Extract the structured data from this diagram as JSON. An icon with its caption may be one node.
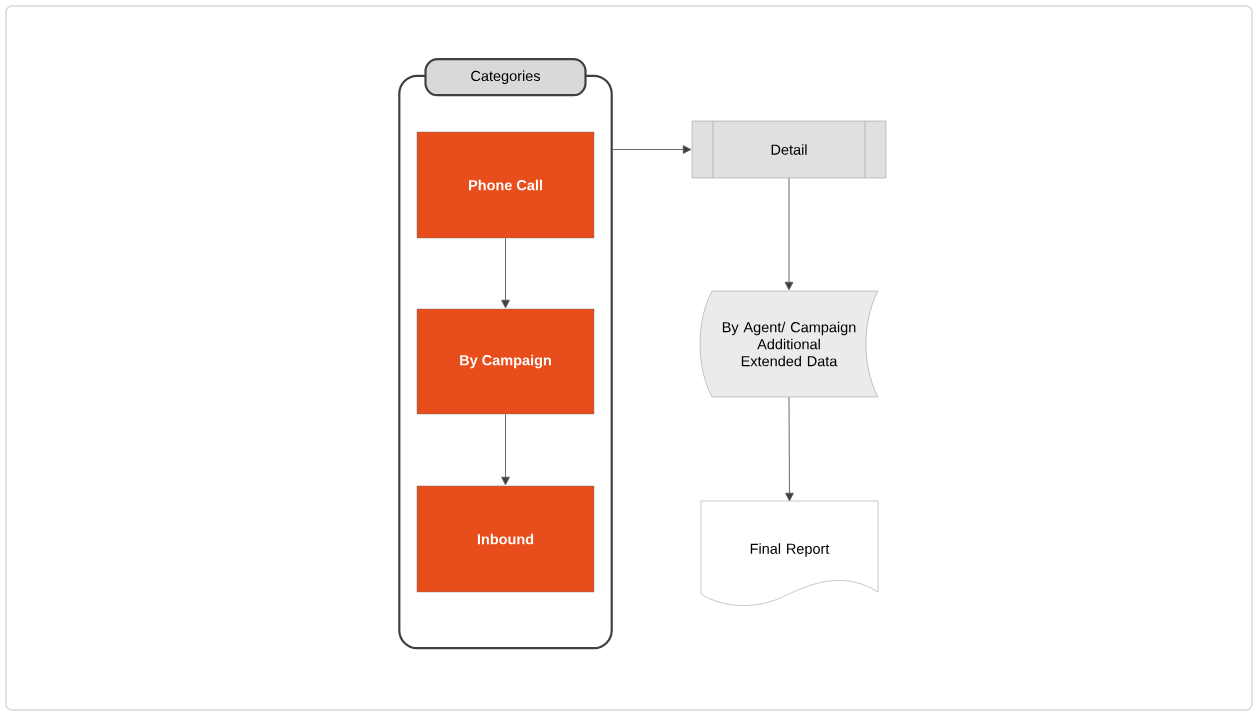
{
  "diagram": {
    "nodes": [
      {
        "text": [
          "Categories"
        ]
      },
      {
        "text": [
          "Phone Call"
        ],
        "in": 0
      },
      {
        "text": [
          "By Campaign"
        ],
        "in": 0
      },
      {
        "text": [
          "Inbound"
        ],
        "in": 0
      },
      {
        "text": [
          "Detail"
        ]
      },
      {
        "text": [
          "By Agent/ Campaign Additional Extended Data"
        ]
      },
      {
        "text": [
          "Final Report"
        ]
      }
    ],
    "edges": [
      {
        "from": 1,
        "to": 2,
        "arrow": "to"
      },
      {
        "from": 2,
        "to": 3,
        "arrow": "to"
      },
      {
        "from": 0,
        "to": 4,
        "arrow": "to"
      },
      {
        "from": 4,
        "to": 5,
        "arrow": "to"
      },
      {
        "from": 5,
        "to": 6,
        "arrow": "to"
      }
    ]
  }
}
